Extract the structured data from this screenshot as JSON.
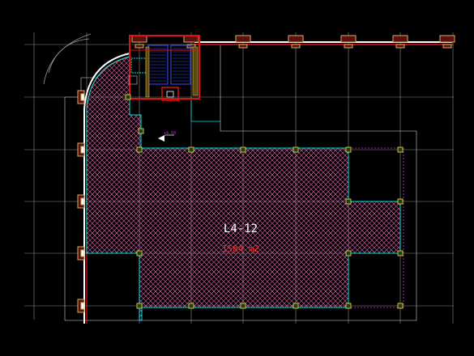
{
  "drawing": {
    "room_label": "L4-12",
    "room_area": "1584 m2",
    "level_tag": "+4.50",
    "colors": {
      "background": "#000000",
      "grid": "#8c8c8c",
      "slab_outline": "#00e5e5",
      "hatch": "#ff6ec7",
      "column": "#d4d455",
      "wall_red": "#e01010",
      "stair_blue": "#3a4aff",
      "label_white": "#ffffff",
      "label_red": "#e83030",
      "magenta_dash": "#cc33cc"
    },
    "icons": [
      "column-marker",
      "stair-core",
      "level-tag-arrow"
    ]
  }
}
